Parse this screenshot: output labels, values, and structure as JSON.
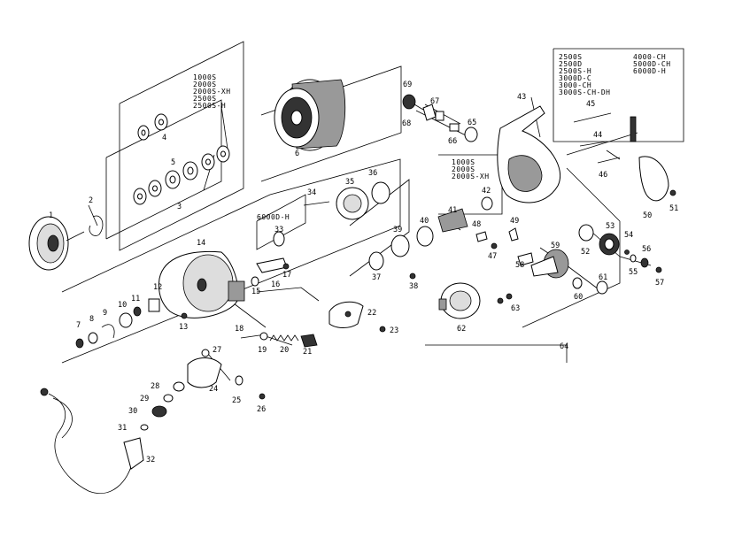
{
  "variant_groups": {
    "spool_sizes": [
      "1000S",
      "2000S",
      "2000S-XH",
      "2500S",
      "2500S-H"
    ],
    "body_sizes_left": [
      "2500S",
      "2500D",
      "2500S-H",
      "3000D-C",
      "3000-CH",
      "3000S-CH-DH"
    ],
    "body_sizes_right": [
      "4000-CH",
      "5000D-CH",
      "6000D-H"
    ],
    "pinion_sizes": [
      "1000S",
      "2000S",
      "2000S-XH"
    ],
    "roller_size": "6000D-H"
  },
  "part_numbers": [
    "1",
    "2",
    "3",
    "4",
    "5",
    "6",
    "7",
    "8",
    "9",
    "10",
    "11",
    "12",
    "13",
    "14",
    "15",
    "16",
    "17",
    "18",
    "19",
    "20",
    "21",
    "22",
    "23",
    "24",
    "25",
    "26",
    "27",
    "28",
    "29",
    "30",
    "31",
    "32",
    "33",
    "34",
    "35",
    "36",
    "37",
    "38",
    "39",
    "40",
    "41",
    "42",
    "43",
    "44",
    "45",
    "46",
    "47",
    "48",
    "49",
    "50",
    "51",
    "52",
    "53",
    "54",
    "55",
    "56",
    "57",
    "58",
    "59",
    "60",
    "61",
    "62",
    "63",
    "64",
    "65",
    "66",
    "67",
    "68",
    "69"
  ]
}
